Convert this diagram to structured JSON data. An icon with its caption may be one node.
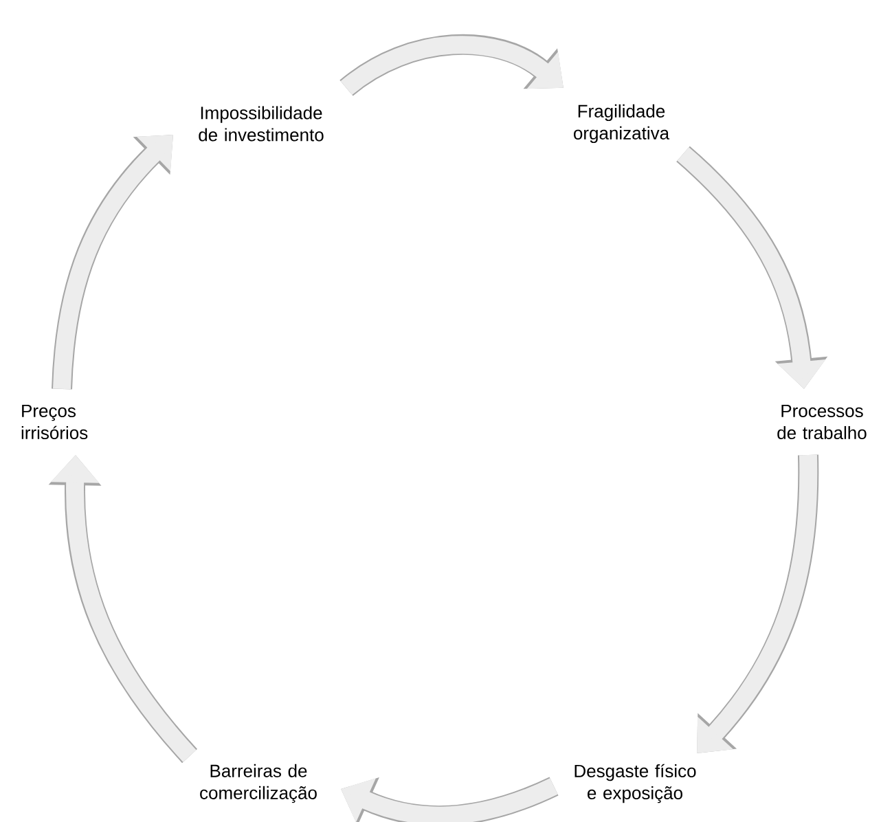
{
  "diagram": {
    "nodes": [
      {
        "text": [
          "Impossibilidade de investimento"
        ]
      },
      {
        "text": [
          "Fragilidade organizativa"
        ]
      },
      {
        "text": [
          "Processos de trabalho"
        ]
      },
      {
        "text": [
          "Desgaste físico e exposição"
        ]
      },
      {
        "text": [
          "Barreiras de comercilização"
        ]
      },
      {
        "text": [
          "Preços irrisórios"
        ]
      }
    ],
    "edges": [
      {
        "from": 0,
        "to": 1,
        "arrow": "to"
      },
      {
        "from": 1,
        "to": 2,
        "arrow": "to"
      },
      {
        "from": 2,
        "to": 3,
        "arrow": "to"
      },
      {
        "from": 3,
        "to": 4,
        "arrow": "to"
      },
      {
        "from": 4,
        "to": 5,
        "arrow": "to"
      },
      {
        "from": 5,
        "to": 0,
        "arrow": "to"
      }
    ]
  }
}
